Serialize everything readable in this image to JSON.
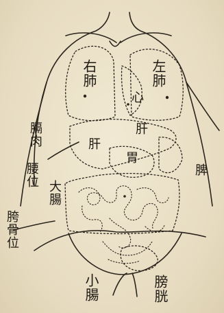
{
  "colors": {
    "ink": "#1f1a14",
    "paper": "#ece3cb",
    "dotted_outline": "#2a241c"
  },
  "labels": {
    "right_lung_1": "右",
    "right_lung_2": "肺",
    "left_lung_1": "左",
    "left_lung_2": "肺",
    "heart": "心",
    "liver_right": "肝",
    "liver_left": "肝",
    "stomach": "胃",
    "spleen": "脾",
    "diaphragm": "膈肉",
    "lumbar_position": "腰位",
    "large_intestine": "大腸",
    "hip_bone_position": "胯骨位",
    "small_intestine": "小腸",
    "bladder": "膀胱"
  }
}
